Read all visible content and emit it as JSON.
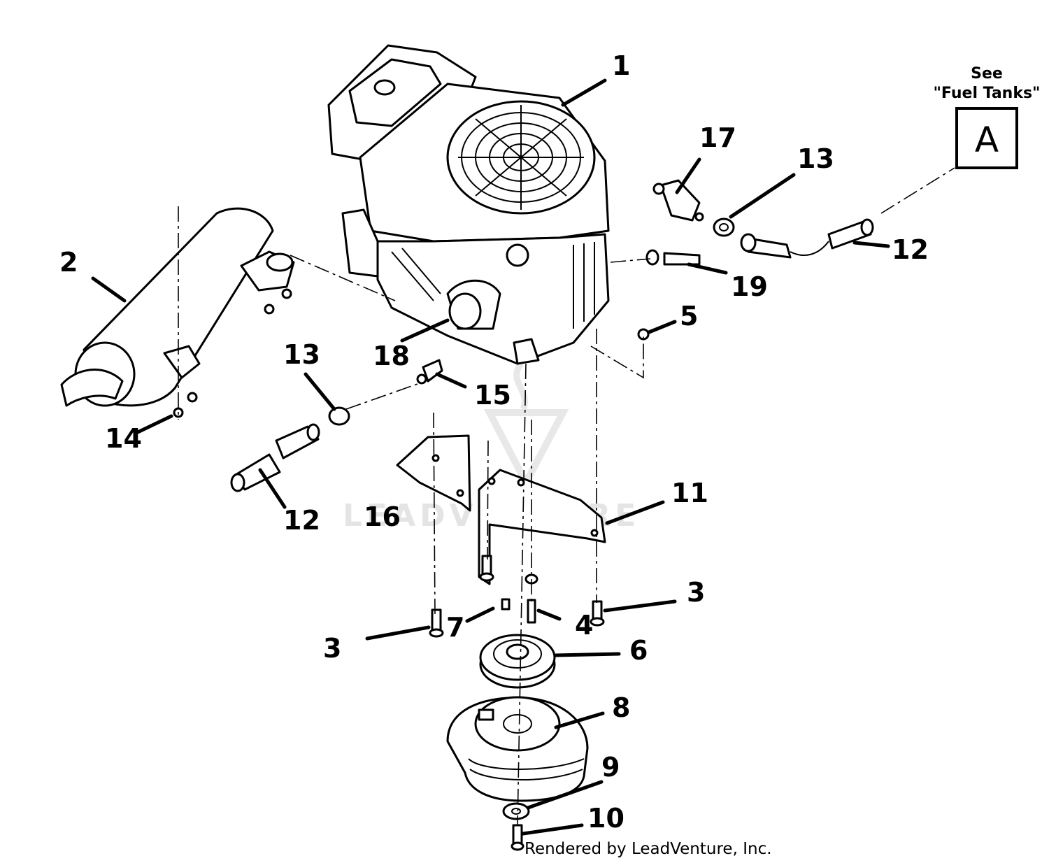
{
  "diagram": {
    "callouts": [
      {
        "id": "1",
        "label": "1"
      },
      {
        "id": "2",
        "label": "2"
      },
      {
        "id": "3a",
        "label": "3"
      },
      {
        "id": "3b",
        "label": "3"
      },
      {
        "id": "4",
        "label": "4"
      },
      {
        "id": "5",
        "label": "5"
      },
      {
        "id": "6",
        "label": "6"
      },
      {
        "id": "7",
        "label": "7"
      },
      {
        "id": "8",
        "label": "8"
      },
      {
        "id": "9",
        "label": "9"
      },
      {
        "id": "10",
        "label": "10"
      },
      {
        "id": "11",
        "label": "11"
      },
      {
        "id": "12a",
        "label": "12"
      },
      {
        "id": "12b",
        "label": "12"
      },
      {
        "id": "13a",
        "label": "13"
      },
      {
        "id": "13b",
        "label": "13"
      },
      {
        "id": "14",
        "label": "14"
      },
      {
        "id": "15",
        "label": "15"
      },
      {
        "id": "16",
        "label": "16"
      },
      {
        "id": "17",
        "label": "17"
      },
      {
        "id": "18",
        "label": "18"
      },
      {
        "id": "19",
        "label": "19"
      }
    ],
    "reference": {
      "line1": "See",
      "line2": "\"Fuel Tanks\"",
      "letter": "A"
    },
    "watermark": "LEADVENTURE",
    "credit": "Rendered by LeadVenture, Inc."
  }
}
